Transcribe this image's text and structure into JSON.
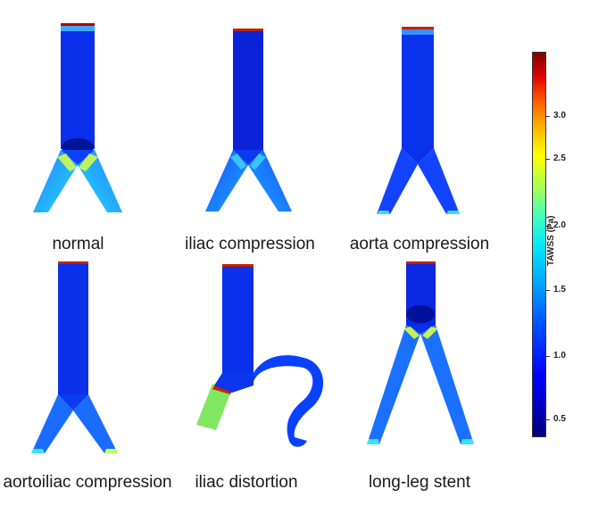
{
  "panels": [
    {
      "caption": "normal"
    },
    {
      "caption": "iliac compression"
    },
    {
      "caption": "aorta compression"
    },
    {
      "caption": "aortoiliac compression"
    },
    {
      "caption": "iliac distortion"
    },
    {
      "caption": "long-leg stent"
    }
  ],
  "colorbar": {
    "title": "TAWSS (Pa)",
    "ticks": [
      "3.0",
      "2.5",
      "2.0",
      "1.5",
      "1.0",
      "0.5"
    ]
  },
  "colors": {
    "vessel_base": "#0a2fe8",
    "vessel_dark": "#0010a0",
    "inlet_red": "#b00000",
    "leg_light": "#1e90ff",
    "tip_cyan": "#00e6e6",
    "bifurcation_yellow": "#d8ff40"
  }
}
